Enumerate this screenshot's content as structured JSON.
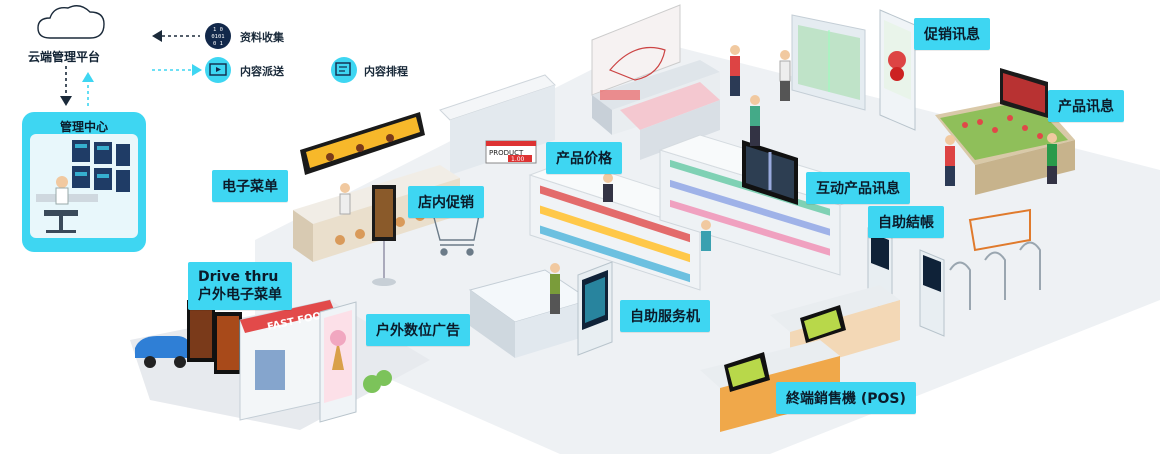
{
  "platform": {
    "cloud_label": "云端管理平台",
    "center_label": "管理中心"
  },
  "legend": [
    {
      "label": "资料收集",
      "icon": "data-binary-icon"
    },
    {
      "label": "内容派送",
      "icon": "content-display-icon"
    },
    {
      "label": "内容排程",
      "icon": "schedule-icon"
    }
  ],
  "callouts": {
    "promo_info": "促销讯息",
    "product_info": "产品讯息",
    "product_price": "产品价格",
    "digital_menu": "电子菜单",
    "instore_promo": "店内促销",
    "interactive_info": "互动产品讯息",
    "self_checkout": "自助結帳",
    "drive_thru_line1": "Drive thru",
    "drive_thru_line2": "户外电子菜单",
    "outdoor_ad": "户外数位广告",
    "self_service_kiosk": "自助服务机",
    "pos": "終端銷售機 (POS)"
  },
  "scene_text": {
    "price_tag_product": "PRODUCT",
    "price_tag_value": "1.00",
    "storefront_sign": "FAST FOOD"
  },
  "colors": {
    "accent": "#3ed6f2",
    "floor": "#eef1f4",
    "dark": "#1b2a3a"
  }
}
